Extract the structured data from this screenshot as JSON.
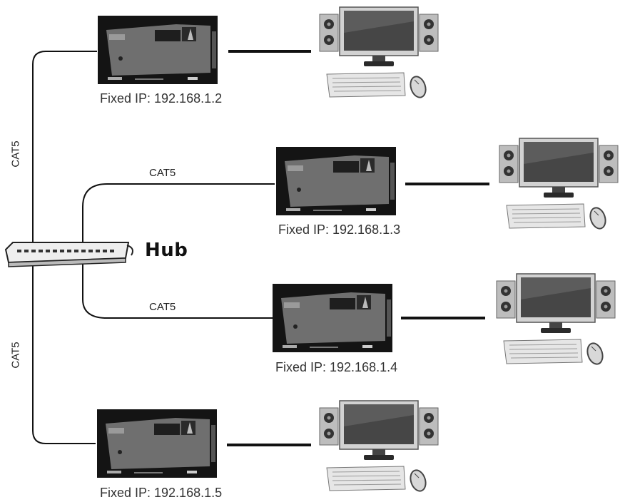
{
  "hub": {
    "label": "Hub"
  },
  "cable_label": "CAT5",
  "nodes": [
    {
      "ip_label": "Fixed IP: 192.168.1.2"
    },
    {
      "ip_label": "Fixed IP: 192.168.1.3"
    },
    {
      "ip_label": "Fixed IP: 192.168.1.4"
    },
    {
      "ip_label": "Fixed IP: 192.168.1.5"
    }
  ],
  "colors": {
    "extender_body": "#141414",
    "extender_panel": "#6e6e6e",
    "cable": "#111111",
    "monitor_frame": "#cfcfcf",
    "screen": "#4a4a4a"
  }
}
